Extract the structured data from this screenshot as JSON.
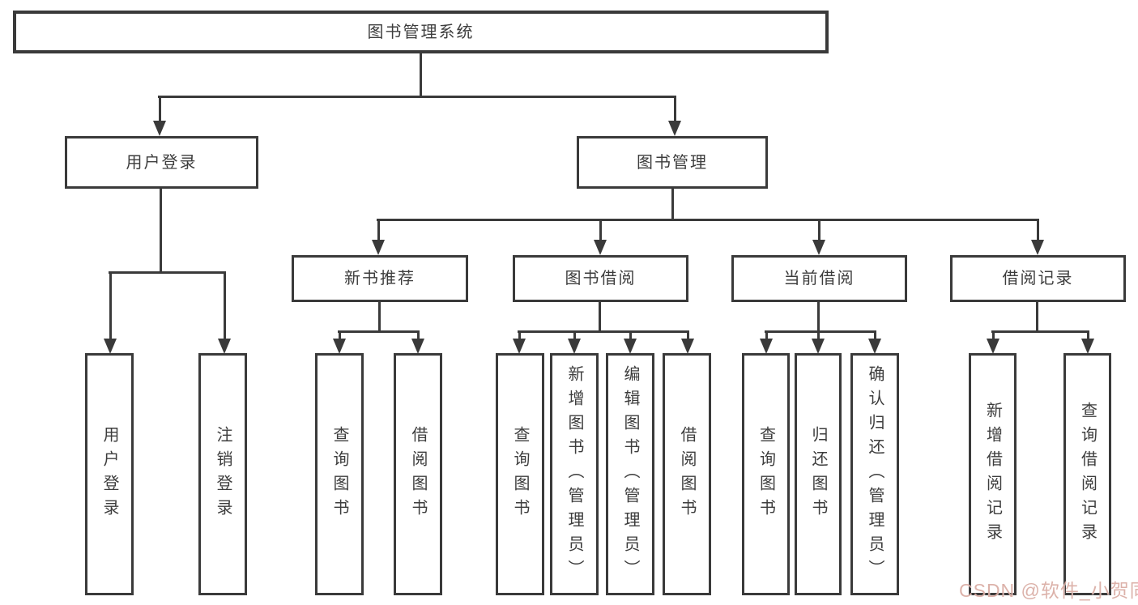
{
  "diagram": {
    "root_label": "图书管理系统",
    "branches": [
      {
        "label": "用户登录",
        "leaves": [
          "用户登录",
          "注销登录"
        ]
      },
      {
        "label": "图书管理",
        "children": [
          {
            "label": "新书推荐",
            "leaves": [
              "查询图书",
              "借阅图书"
            ]
          },
          {
            "label": "图书借阅",
            "leaves": [
              "查询图书",
              "新增图书（管理员）",
              "编辑图书（管理员）",
              "借阅图书"
            ]
          },
          {
            "label": "当前借阅",
            "leaves": [
              "查询图书",
              "归还图书",
              "确认归还（管理员）"
            ]
          },
          {
            "label": "借阅记录",
            "leaves": [
              "新增借阅记录",
              "查询借阅记录"
            ]
          }
        ]
      }
    ]
  },
  "watermark": {
    "text": "CSDN @软件_小贺同学"
  },
  "colors": {
    "background": "#ffffff",
    "line": "#3a3a3a",
    "box_border": "#3a3a3a",
    "text": "#3d3d3d",
    "watermark": "#d6a49b"
  }
}
